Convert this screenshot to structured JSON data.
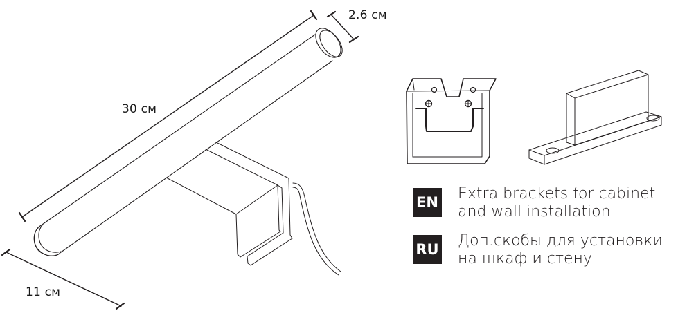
{
  "dimensions": {
    "length": "30 см",
    "diameter": "2.6 см",
    "depth": "11 см"
  },
  "legend": [
    {
      "lang": "EN",
      "lines": [
        "Extra brackets for cabinet",
        "and wall installation"
      ]
    },
    {
      "lang": "RU",
      "lines": [
        "Доп.скобы для установки",
        "на шкаф и стену"
      ]
    }
  ],
  "colors": {
    "line": "#231f20",
    "badge_bg": "#231f20",
    "badge_text": "#ffffff",
    "background": "#ffffff"
  }
}
